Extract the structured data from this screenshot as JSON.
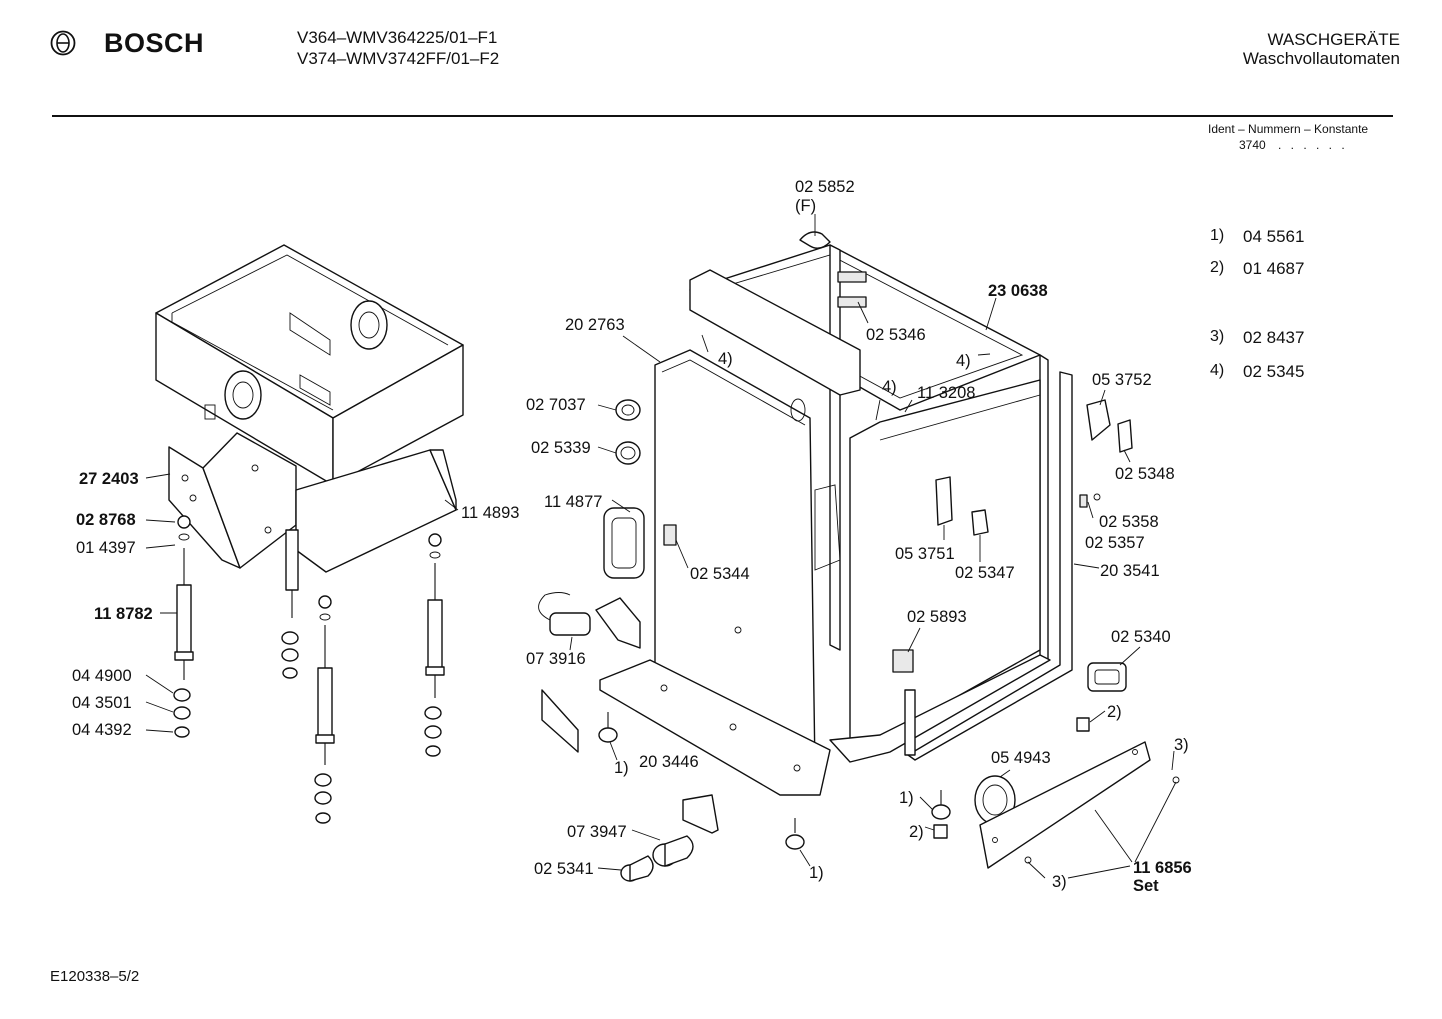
{
  "header": {
    "brand": "BOSCH",
    "model_1": "V364–WMV364225/01–F1",
    "model_2": "V374–WMV3742FF/01–F2",
    "category_1": "WASCHGERÄTE",
    "category_2": "Waschvollautomaten",
    "ident_title": "Ident – Nummern – Konstante",
    "ident_value": "3740"
  },
  "legend": [
    {
      "key": "1)",
      "part": "04 5561"
    },
    {
      "key": "2)",
      "part": "01 4687"
    },
    {
      "key": "3)",
      "part": "02 8437"
    },
    {
      "key": "4)",
      "part": "02 5345"
    }
  ],
  "labels": {
    "p025852": "02 5852",
    "pF": "(F)",
    "p202763": "20 2763",
    "p230638": "23 0638",
    "p025346": "02 5346",
    "p4a": "4)",
    "p4b": "4)",
    "p4c": "4)",
    "p113208": "11 3208",
    "p053752": "05 3752",
    "p027037": "02 7037",
    "p025339": "02 5339",
    "p025348": "02 5348",
    "p272403": "27 2403",
    "p028768": "02 8768",
    "p014397": "01 4397",
    "p114893": "11 4893",
    "p114877": "11 4877",
    "p025358": "02 5358",
    "p025357": "02 5357",
    "p053751": "05 3751",
    "p025347": "02 5347",
    "p203541": "20 3541",
    "p025344": "02 5344",
    "p118782": "11 8782",
    "p025893": "02 5893",
    "p073916": "07 3916",
    "p025340": "02 5340",
    "p044900": "04 4900",
    "p043501": "04 3501",
    "p044392": "04 4392",
    "p2a": "2)",
    "p3a": "3)",
    "p1a": "1)",
    "p203446": "20 3446",
    "p054943": "05 4943",
    "p1b": "1)",
    "p2b": "2)",
    "p073947": "07 3947",
    "p025341": "02 5341",
    "p1c": "1)",
    "p3b": "3)",
    "p116856": "11 6856",
    "pSet": "Set"
  },
  "footer": "E120338–5/2"
}
